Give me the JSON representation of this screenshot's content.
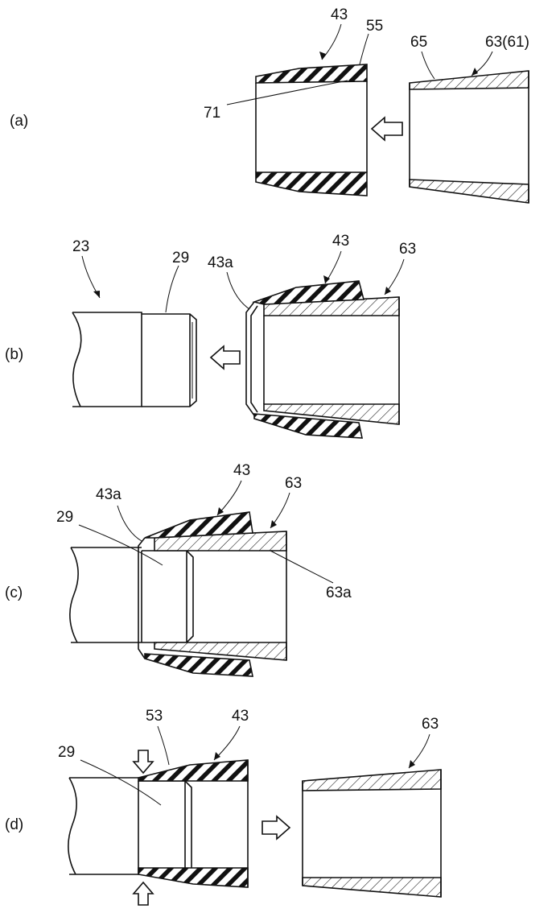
{
  "panels": {
    "a": {
      "label": "(a)",
      "refs": {
        "cap": "43",
        "cap_end": "55",
        "inner_surface": "71",
        "outer_tube_ref": "65",
        "tube": "63(61)"
      }
    },
    "b": {
      "label": "(b)",
      "refs": {
        "shaft": "23",
        "shaft_end": "29",
        "cap_lip": "43a",
        "cap": "43",
        "tube": "63"
      }
    },
    "c": {
      "label": "(c)",
      "refs": {
        "shaft_end": "29",
        "cap_lip": "43a",
        "cap": "43",
        "tube": "63",
        "tube_bore": "63a"
      }
    },
    "d": {
      "label": "(d)",
      "refs": {
        "shaft_end": "29",
        "crimp": "53",
        "cap": "43",
        "tube": "63"
      }
    }
  },
  "colors": {
    "line": "#111111",
    "background": "#ffffff"
  },
  "icons": [
    "arrow-left-icon",
    "arrow-right-icon",
    "arrow-down-icon",
    "arrow-up-icon"
  ]
}
